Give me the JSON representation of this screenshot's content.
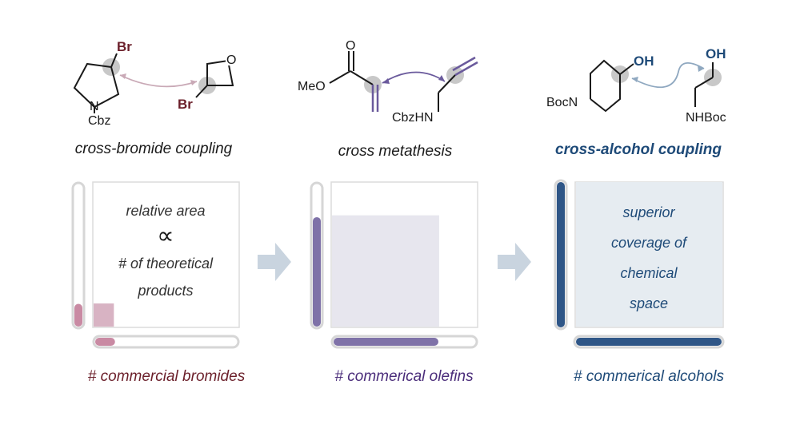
{
  "colors": {
    "bromide": "#6b1f2a",
    "bromide_bar": "#c98aa3",
    "bromide_box": "#d8b3c3",
    "olefin": "#4a2c7a",
    "olefin_bar": "#7f72a8",
    "olefin_box": "#e7e6ee",
    "alcohol": "#1e4a78",
    "alcohol_bar": "#2f5687",
    "alcohol_box": "#e6ecf1",
    "track": "#d6d6d6",
    "arrow": "#c9d4df",
    "highlight": "#c8c8c8"
  },
  "panels": [
    {
      "reaction_label": "cross-bromide coupling",
      "axis_label": "# commercial bromides",
      "box_text": [
        "relative area",
        "∝",
        "# of theoretical",
        "products"
      ],
      "fill_fraction_vertical": 0.16,
      "fill_fraction_horizontal": 0.14,
      "molecules": {
        "left": {
          "substituent": "Br",
          "n_label": "N",
          "protecting_group": "Cbz"
        },
        "right": {
          "substituent": "Br",
          "ring_atom": "O"
        }
      }
    },
    {
      "reaction_label": "cross metathesis",
      "axis_label": "# commerical olefins",
      "box_text": [],
      "fill_fraction_vertical": 0.77,
      "fill_fraction_horizontal": 0.74,
      "molecules": {
        "left": {
          "ester_label": "MeO",
          "carbonyl_o": "O"
        },
        "right": {
          "amine_label": "CbzHN"
        }
      }
    },
    {
      "reaction_label": "cross-alcohol coupling",
      "axis_label": "# commerical alcohols",
      "box_text": [
        "superior",
        "coverage of",
        "chemical",
        "space"
      ],
      "fill_fraction_vertical": 1.0,
      "fill_fraction_horizontal": 1.0,
      "molecules": {
        "left": {
          "substituent": "OH",
          "n_label": "BocN"
        },
        "right": {
          "substituent": "OH",
          "amine_label": "NHBoc"
        }
      }
    }
  ],
  "arrows": [
    "arrow-1",
    "arrow-2"
  ]
}
